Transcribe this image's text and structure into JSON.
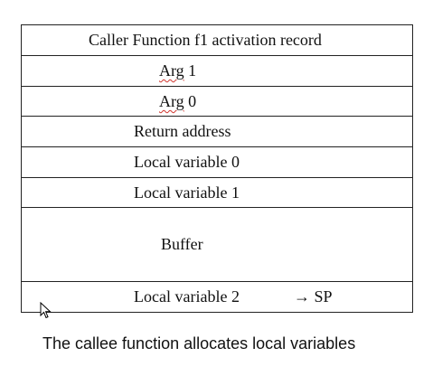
{
  "title": "Caller Function f1 activation record",
  "rows": [
    {
      "label": "Arg",
      "suffix": " 1"
    },
    {
      "label": "Arg",
      "suffix": " 0"
    },
    {
      "label": "Return address"
    },
    {
      "label": "Local variable 0"
    },
    {
      "label": "Local variable 1"
    },
    {
      "label": "Buffer"
    },
    {
      "label": "Local variable 2",
      "pointer": "→ SP"
    }
  ],
  "caption": "The callee function allocates local variables",
  "colors": {
    "border": "#222222",
    "spellcheck": "#d0342c"
  },
  "icons": [
    "mouse-cursor-icon"
  ]
}
